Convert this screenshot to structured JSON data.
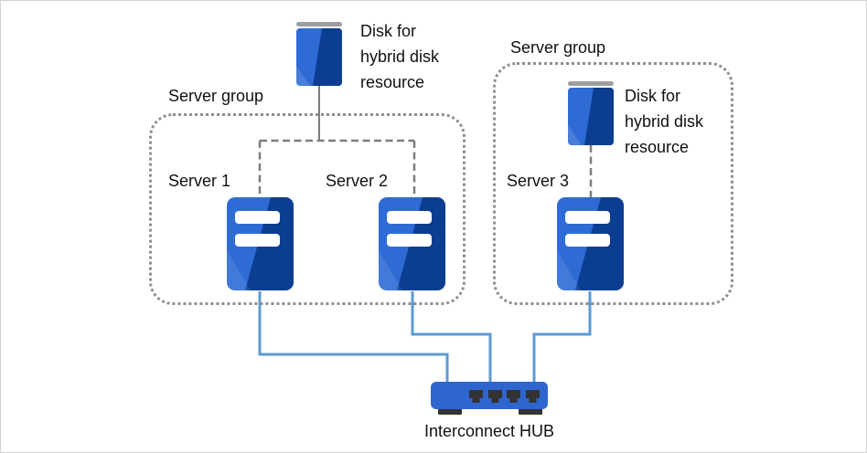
{
  "colors": {
    "device_blue_light": "#2E6BD5",
    "device_blue_dark": "#0B3D91",
    "hub_blue": "#2F65CE",
    "port_dark": "#333333",
    "disk_cap_gray": "#9E9E9E",
    "connector_gray": "#7D7D7D",
    "group_border_gray": "#8F8F8F",
    "network_line_blue": "#5B9BD5",
    "text": "#111111"
  },
  "groups": [
    {
      "label": "Server group"
    },
    {
      "label": "Server group"
    }
  ],
  "servers": [
    {
      "label": "Server 1"
    },
    {
      "label": "Server 2"
    },
    {
      "label": "Server 3"
    }
  ],
  "disks": [
    {
      "label": "Disk for\nhybrid disk\nresource"
    },
    {
      "label": "Disk for\nhybrid disk\nresource"
    }
  ],
  "hub": {
    "label": "Interconnect HUB"
  }
}
